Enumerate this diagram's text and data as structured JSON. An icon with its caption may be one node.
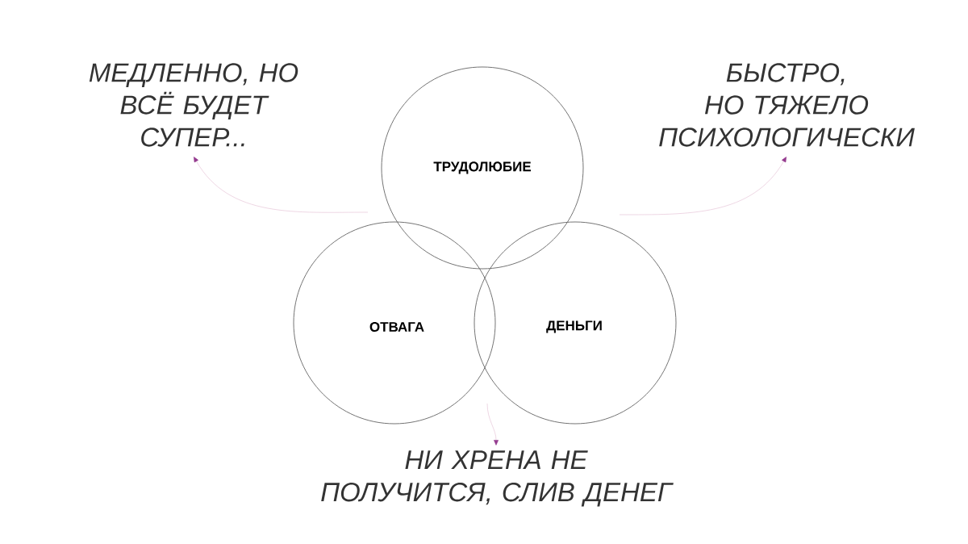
{
  "diagram": {
    "nodes": [
      {
        "text": [
          "ТРУДОЛЮБИЕ"
        ]
      },
      {
        "text": [
          "ОТВАГА"
        ]
      },
      {
        "text": [
          "ДЕНЬГИ"
        ]
      },
      {
        "text": [
          "МЕДЛЕННО, НО ВСЁ БУДЕТ СУПЕР..."
        ]
      },
      {
        "text": [
          "БЫСТРО, НО ТЯЖЕЛО ПСИХОЛОГИЧЕСКИ"
        ]
      },
      {
        "text": [
          "НИ ХРЕНА НЕ ПОЛУЧИТСЯ, СЛИВ ДЕНЕГ"
        ]
      }
    ],
    "edges": [
      {
        "from": null,
        "to": 3,
        "arrow": "to",
        "color": "#e3bcd2"
      },
      {
        "from": null,
        "to": 4,
        "arrow": "to",
        "color": "#e3bcd2"
      },
      {
        "from": null,
        "to": 5,
        "arrow": "to",
        "color": "#e3bcd2"
      }
    ]
  }
}
